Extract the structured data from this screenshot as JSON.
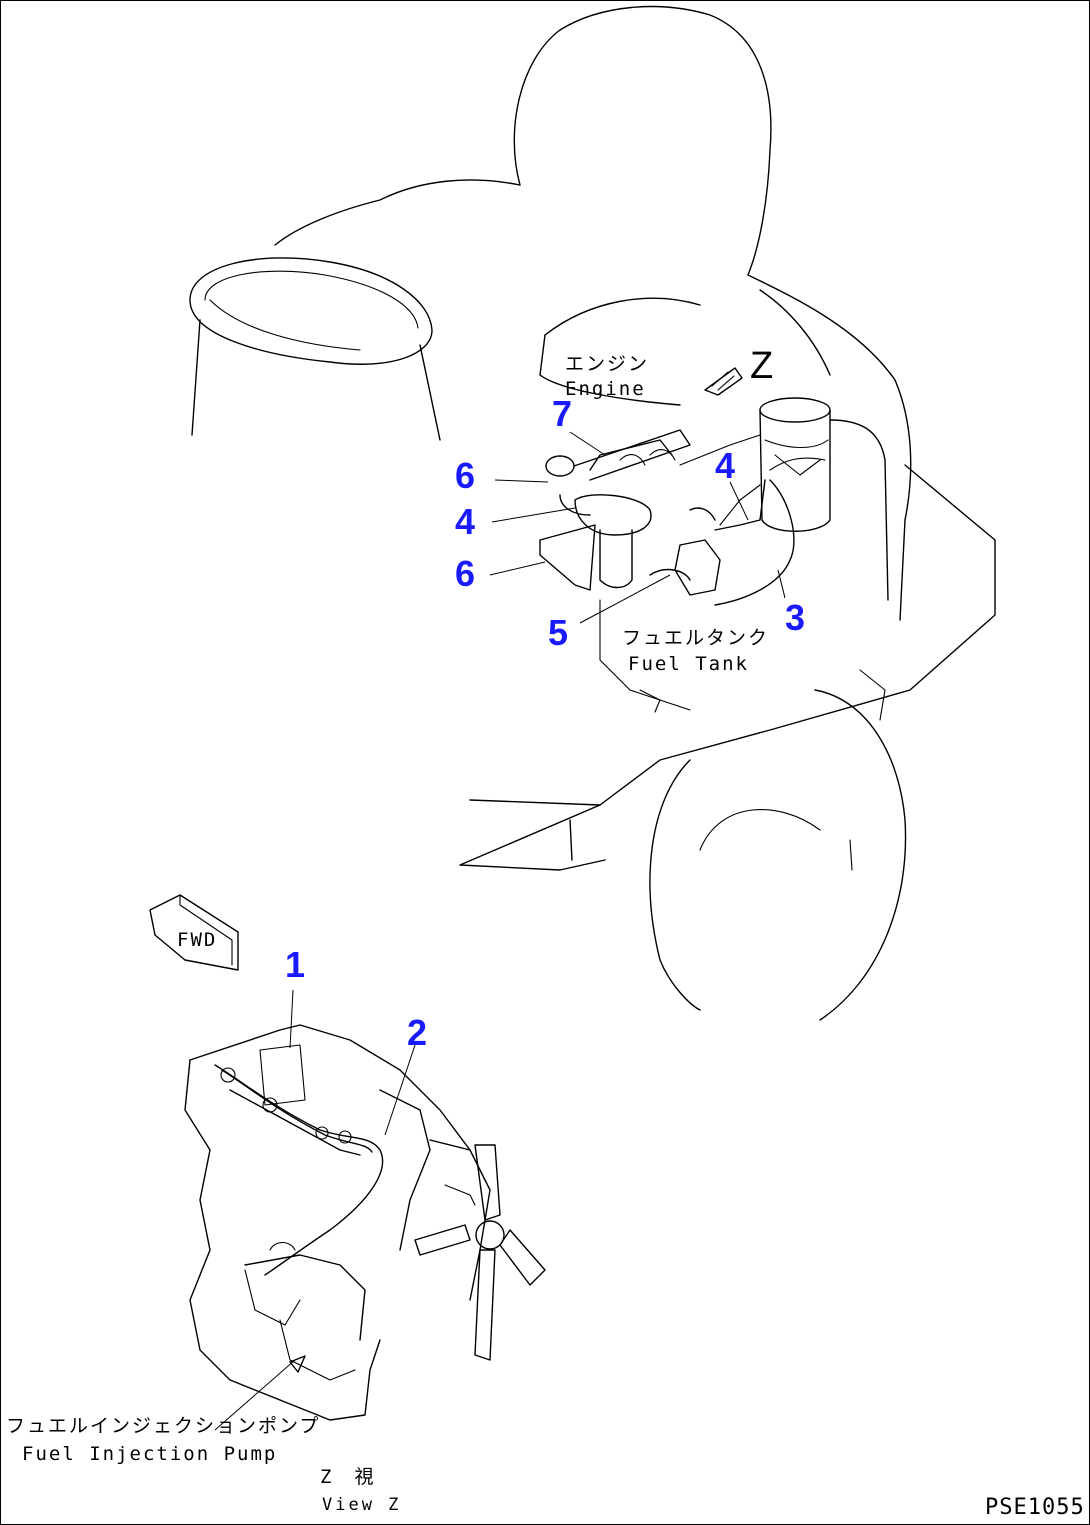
{
  "callouts": {
    "c1": "1",
    "c2": "2",
    "c3": "3",
    "c4a": "4",
    "c4b": "4",
    "c5": "5",
    "c6a": "6",
    "c6b": "6",
    "c7": "7"
  },
  "labels": {
    "engine_jp": "エンジン",
    "engine_en": "Engine",
    "view_mark": "Z",
    "fuel_tank_jp": "フュエルタンク",
    "fuel_tank_en": "Fuel Tank",
    "fwd": "FWD",
    "pump_jp": "フュエルインジェクションポンプ",
    "pump_en": "Fuel Injection Pump",
    "view_jp": "Z　視",
    "view_en": "View Z",
    "drawing_code": "PSE1055"
  },
  "colors": {
    "callout": "#1a1aff",
    "line": "#000000",
    "background": "#ffffff"
  }
}
